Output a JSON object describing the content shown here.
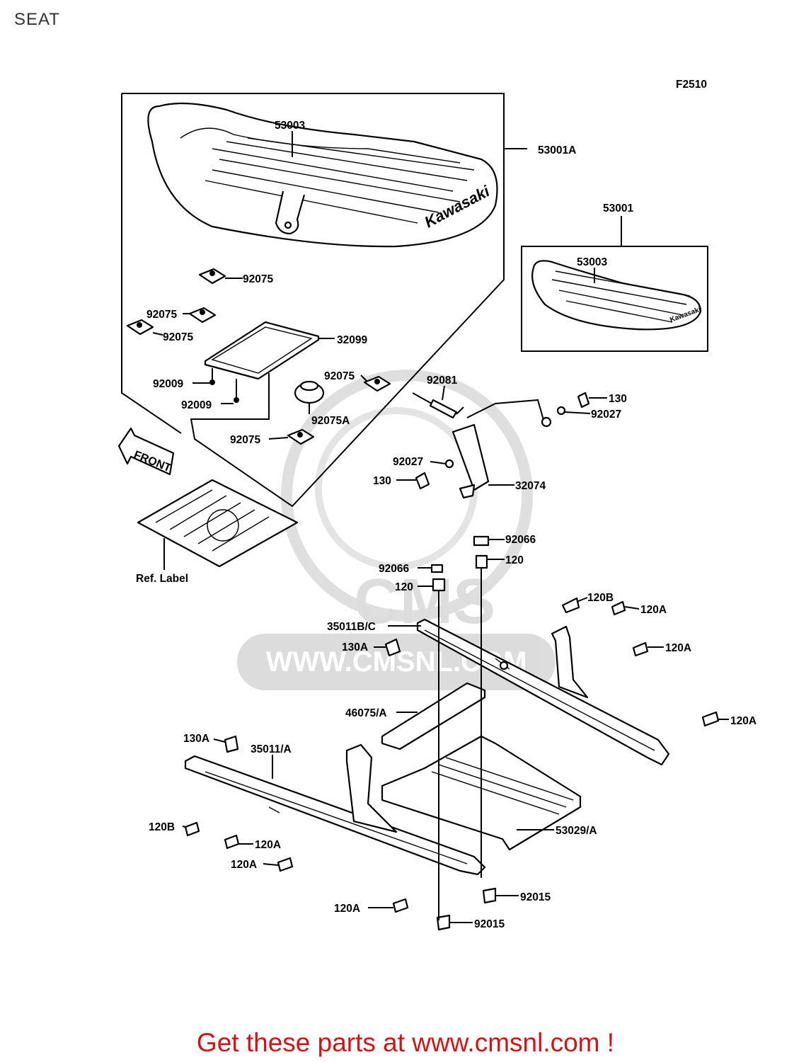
{
  "page": {
    "title": "SEAT"
  },
  "diagram": {
    "code": "F2510",
    "front_label": "FRONT",
    "ref_label": "Ref. Label",
    "seat_brand": "Kawasaki",
    "watermark": {
      "brand": "CMS",
      "url": "WWW.CMSNL.COM"
    },
    "callouts": {
      "c53003_main": "53003",
      "c53001A": "53001A",
      "c53001": "53001",
      "c53003_inset": "53003",
      "c92075_a": "92075",
      "c92075_b": "92075",
      "c92075_c": "92075",
      "c32099": "32099",
      "c92009_a": "92009",
      "c92009_b": "92009",
      "c92075_d": "92075",
      "c92075A": "92075A",
      "c92075_e": "92075",
      "c92081": "92081",
      "c130_a": "130",
      "c92027_a": "92027",
      "c92027_b": "92027",
      "c130_b": "130",
      "c32074": "32074",
      "c92066_a": "92066",
      "c120_a": "120",
      "c92066_b": "92066",
      "c120_b": "120",
      "c120B_a": "120B",
      "c120A_a": "120A",
      "c35011BC": "35011B/C",
      "c130A_a": "130A",
      "c120A_b": "120A",
      "c46075A": "46075/A",
      "c120A_c": "120A",
      "c130A_b": "130A",
      "c35011A": "35011/A",
      "c120B_b": "120B",
      "c120A_d": "120A",
      "c120A_e": "120A",
      "c53029A": "53029/A",
      "c92015_a": "92015",
      "c120A_f": "120A",
      "c92015_b": "92015"
    }
  },
  "footer": {
    "cta": "Get these parts at www.cmsnl.com !"
  },
  "colors": {
    "cta": "#d01515",
    "ink": "#000000",
    "watermark": "#d9d9d9"
  }
}
